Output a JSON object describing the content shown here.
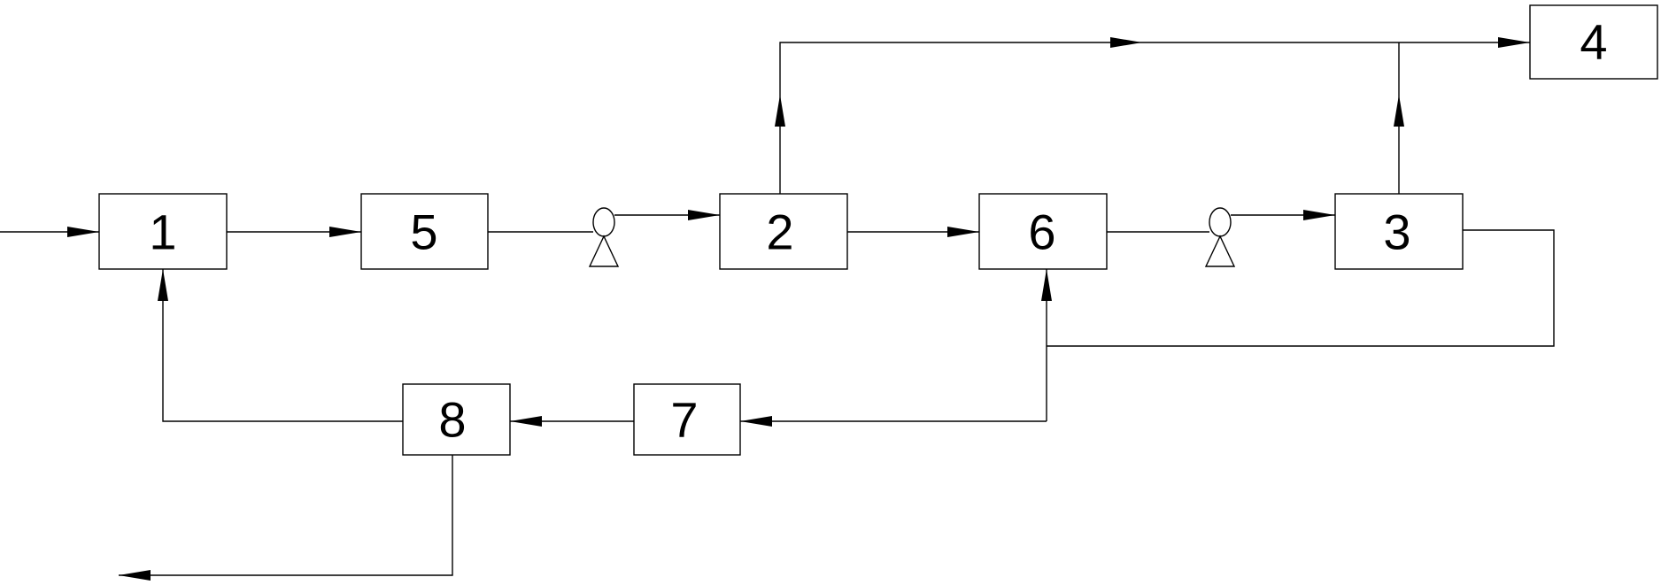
{
  "diagram": {
    "boxes": {
      "b1": "1",
      "b2": "2",
      "b3": "3",
      "b4": "4",
      "b5": "5",
      "b6": "6",
      "b7": "7",
      "b8": "8"
    },
    "colors": {
      "stroke": "#000000",
      "background": "#ffffff"
    },
    "icons": {
      "pump": "pump-icon",
      "arrowhead": "arrowhead-icon"
    }
  }
}
